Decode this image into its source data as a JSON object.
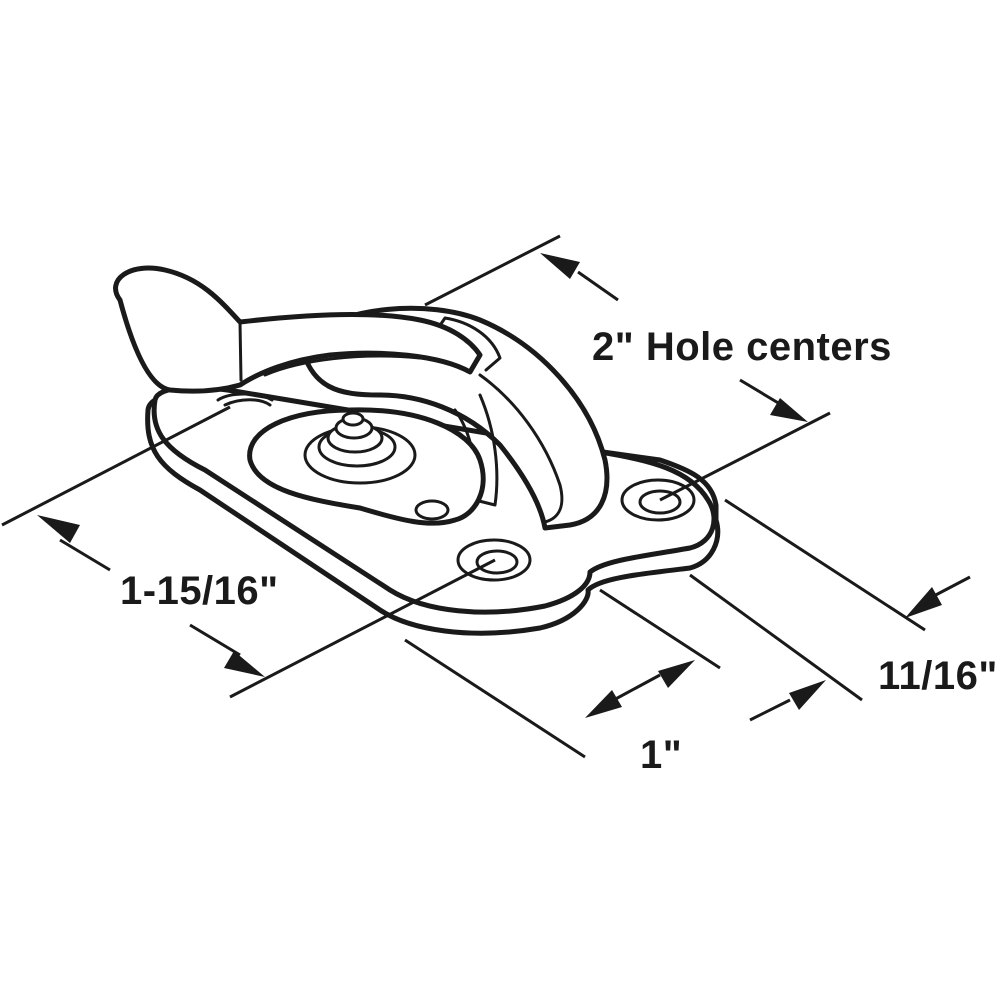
{
  "figure": {
    "subject": "sash lock",
    "line_color": "#1a1a1a",
    "background": "#ffffff"
  },
  "dimensions": {
    "hole_centers": "2\" Hole centers",
    "length": "1-15/16\"",
    "width": "1\"",
    "height": "11/16\""
  }
}
